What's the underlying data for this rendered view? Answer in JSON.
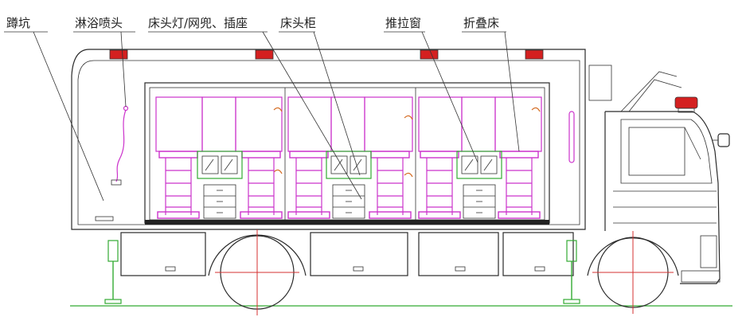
{
  "labels": {
    "squat_toilet": "蹲坑",
    "shower_head": "淋浴喷头",
    "bedside_lamp": "床头灯/网兜、插座",
    "bedside_cabinet": "床头柜",
    "sliding_window": "推拉窗",
    "folding_bed": "折叠床"
  },
  "colors": {
    "outline": "#2a2a2a",
    "centerline": "#d43030",
    "beds": "#cc33cc",
    "fixtures": "#33aa33",
    "beacon": "#d42020"
  }
}
